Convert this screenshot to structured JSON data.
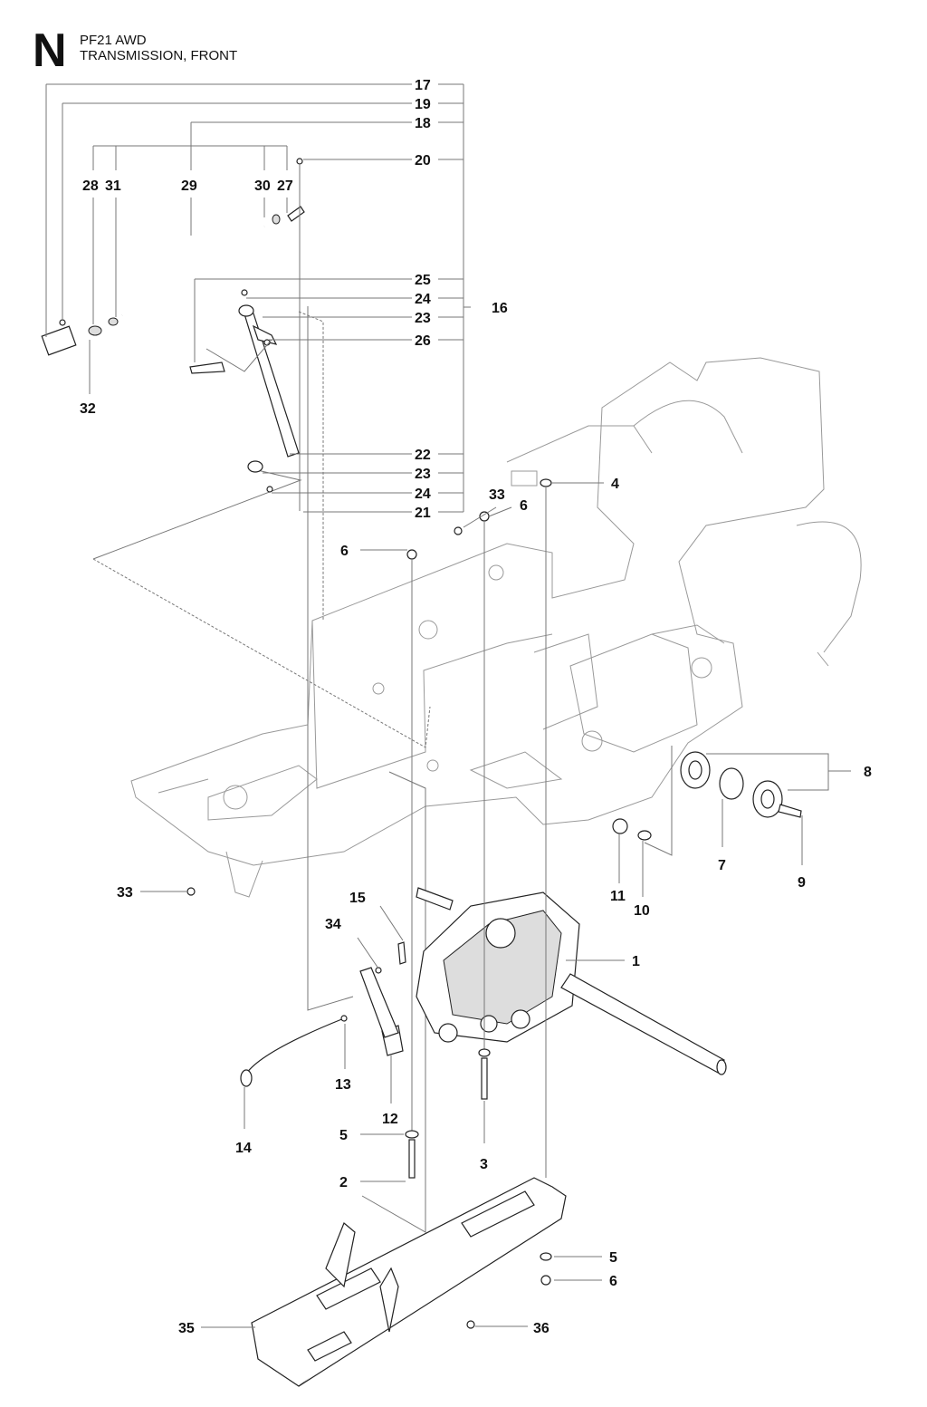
{
  "header": {
    "section_letter": "N",
    "model": "PF21 AWD",
    "title": "TRANSMISSION, FRONT"
  },
  "callouts": [
    {
      "id": "c17",
      "text": "17"
    },
    {
      "id": "c19",
      "text": "19"
    },
    {
      "id": "c18",
      "text": "18"
    },
    {
      "id": "c20",
      "text": "20"
    },
    {
      "id": "c28",
      "text": "28"
    },
    {
      "id": "c31",
      "text": "31"
    },
    {
      "id": "c29",
      "text": "29"
    },
    {
      "id": "c30",
      "text": "30"
    },
    {
      "id": "c27",
      "text": "27"
    },
    {
      "id": "c25",
      "text": "25"
    },
    {
      "id": "c24a",
      "text": "24"
    },
    {
      "id": "c16",
      "text": "16"
    },
    {
      "id": "c23a",
      "text": "23"
    },
    {
      "id": "c26",
      "text": "26"
    },
    {
      "id": "c32",
      "text": "32"
    },
    {
      "id": "c22",
      "text": "22"
    },
    {
      "id": "c23b",
      "text": "23"
    },
    {
      "id": "c24b",
      "text": "24"
    },
    {
      "id": "c21",
      "text": "21"
    },
    {
      "id": "c33a",
      "text": "33"
    },
    {
      "id": "c6a",
      "text": "6"
    },
    {
      "id": "c4",
      "text": "4"
    },
    {
      "id": "c6b",
      "text": "6"
    },
    {
      "id": "c8",
      "text": "8"
    },
    {
      "id": "c7",
      "text": "7"
    },
    {
      "id": "c9",
      "text": "9"
    },
    {
      "id": "c11",
      "text": "11"
    },
    {
      "id": "c10",
      "text": "10"
    },
    {
      "id": "c33b",
      "text": "33"
    },
    {
      "id": "c15",
      "text": "15"
    },
    {
      "id": "c34",
      "text": "34"
    },
    {
      "id": "c1",
      "text": "1"
    },
    {
      "id": "c13",
      "text": "13"
    },
    {
      "id": "c12",
      "text": "12"
    },
    {
      "id": "c14",
      "text": "14"
    },
    {
      "id": "c5a",
      "text": "5"
    },
    {
      "id": "c3",
      "text": "3"
    },
    {
      "id": "c2",
      "text": "2"
    },
    {
      "id": "c5b",
      "text": "5"
    },
    {
      "id": "c6c",
      "text": "6"
    },
    {
      "id": "c35",
      "text": "35"
    },
    {
      "id": "c36",
      "text": "36"
    }
  ]
}
